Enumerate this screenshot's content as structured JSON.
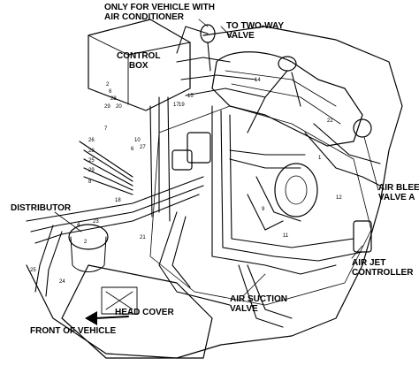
{
  "labels": {
    "only_ac_line1": "ONLY FOR VEHICLE WITH",
    "only_ac_line2": "AIR CONDITIONER",
    "two_way_line1": "TO TWO-WAY",
    "two_way_line2": "VALVE",
    "control_box_line1": "CONTROL",
    "control_box_line2": "BOX",
    "distributor": "DISTRIBUTOR",
    "air_bleed_line1": "AIR BLEED",
    "air_bleed_line2": "VALVE A",
    "air_jet_line1": "AIR JET",
    "air_jet_line2": "CONTROLLER",
    "air_suction_line1": "AIR SUCTION",
    "air_suction_line2": "VALVE",
    "head_cover": "HEAD COVER",
    "front_of_vehicle": "FRONT OF VEHICLE"
  },
  "hose_numbers": {
    "cb_a": "2",
    "cb_b": "6",
    "cb_c": "28",
    "cb_d": "29",
    "cb_e": "20",
    "top_14": "14",
    "top_15": "15",
    "top_17": "17",
    "top_19": "19",
    "left_7": "7",
    "left_26": "26",
    "left_28": "28",
    "left_25": "25",
    "left_29": "29",
    "left_8": "8",
    "mid_10": "10",
    "mid_27": "27",
    "mid_6": "6",
    "d_18": "18",
    "d_4": "4",
    "d_23": "23",
    "d_2": "2",
    "d_25": "25",
    "d_24": "24",
    "d_21": "21",
    "r_1": "1",
    "r_9": "9",
    "r_11": "11",
    "r_12": "12",
    "r_22": "22"
  }
}
